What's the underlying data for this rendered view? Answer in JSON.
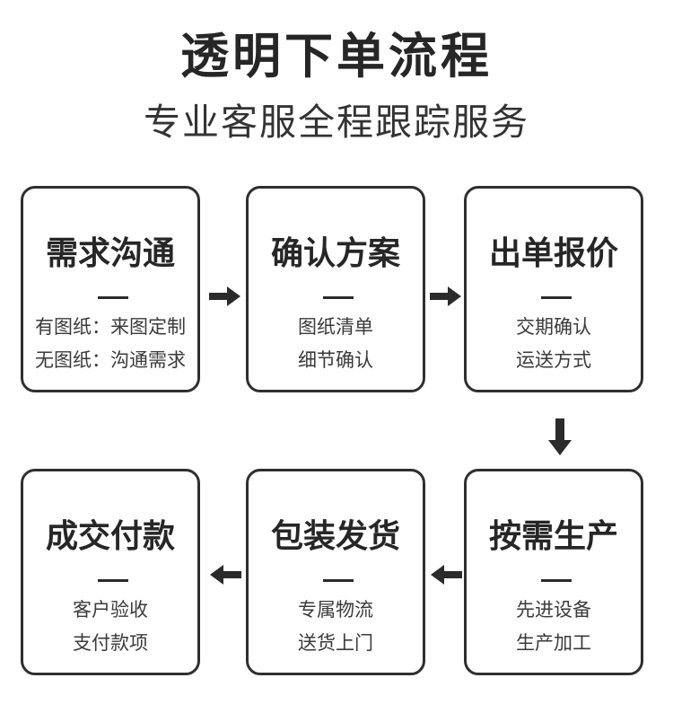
{
  "header": {
    "title": "透明下单流程",
    "subtitle": "专业客服全程跟踪服务"
  },
  "steps": [
    {
      "name": "需求沟通",
      "line1": "有图纸：来图定制",
      "line2": "无图纸：沟通需求"
    },
    {
      "name": "确认方案",
      "line1": "图纸清单",
      "line2": "细节确认"
    },
    {
      "name": "出单报价",
      "line1": "交期确认",
      "line2": "运送方式"
    },
    {
      "name": "按需生产",
      "line1": "先进设备",
      "line2": "生产加工"
    },
    {
      "name": "包装发货",
      "line1": "专属物流",
      "line2": "送货上门"
    },
    {
      "name": "成交付款",
      "line1": "客户验收",
      "line2": "支付款项"
    }
  ],
  "colors": {
    "border": "#2f2f2f",
    "text": "#262626",
    "arrow": "#2b2b2b"
  },
  "icons": [
    "arrow-right-icon",
    "arrow-down-icon",
    "arrow-left-icon"
  ]
}
